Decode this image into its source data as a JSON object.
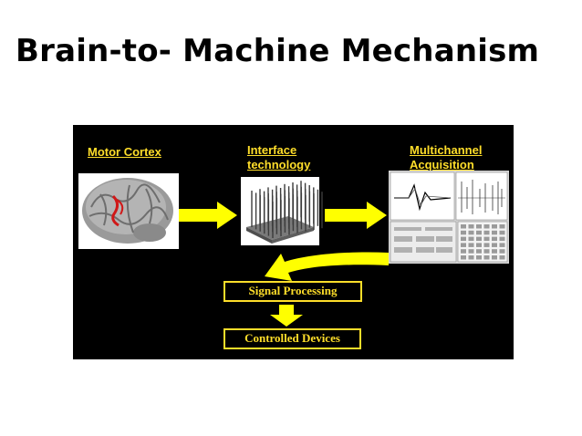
{
  "slide": {
    "title": "Brain-to- Machine Mechanism"
  },
  "diagram": {
    "labels": {
      "motor_cortex": "Motor Cortex",
      "interface_technology": "Interface\ntechnology",
      "multichannel_acquisition": "Multichannel\nAcquisition"
    },
    "boxes": {
      "signal_processing": "Signal Processing",
      "controlled_devices": "Controlled Devices"
    },
    "colors": {
      "background": "#000000",
      "accent": "#ffde2a",
      "arrow": "#ffff00"
    }
  }
}
